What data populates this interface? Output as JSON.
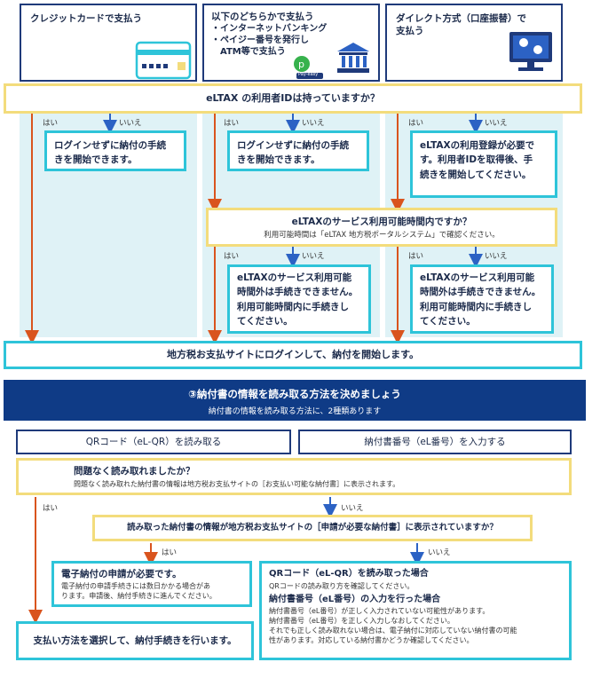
{
  "top": {
    "col1_title": "クレジットカードで支払う",
    "col2_title": "以下のどちらかで支払う",
    "col2_items": [
      "・インターネットバンキング",
      "・ペイジー番号を発行し",
      "　ATM等で支払う"
    ],
    "col2_logo": "Pay-easy",
    "col3_title_l1": "ダイレクト方式（口座振替）で",
    "col3_title_l2": "支払う"
  },
  "q1": "eLTAX の利用者IDは持っていますか？",
  "yes": "はい",
  "no": "いいえ",
  "box_login_free_l1": "ログインせずに納付の手続",
  "box_login_free_l2": "きを開始できます。",
  "box_register_l1": "eLTAXの利用登録が必要で",
  "box_register_l2": "す。利用者IDを取得後、手",
  "box_register_l3": "続きを開始してください。",
  "q2": "eLTAXのサービス利用可能時間内ですか？",
  "q2_sub": "利用可能時間は「eLTAX 地方税ポータルシステム」で確認ください。",
  "box_outside_l1": "eLTAXのサービス利用可能",
  "box_outside_l2": "時間外は手続きできません。",
  "box_outside_l3": "利用可能時間内に手続きし",
  "box_outside_l4": "てください。",
  "login_bar": "地方税お支払サイトにログインして、納付を開始します。",
  "section": {
    "title": "③納付書の情報を読み取る方法を決めましょう",
    "subtitle": "納付書の情報を読み取る方法に、2種類あります"
  },
  "method_qr": "QRコード（eL-QR）を読み取る",
  "method_num": "納付書番号（eL番号）を入力する",
  "q3": "問題なく読み取れましたか？",
  "q3_sub": "問題なく読み取れた納付書の情報は地方税お支払サイトの［お支払い可能な納付書］に表示されます。",
  "q4": "読み取った納付書の情報が地方税お支払サイトの［申請が必要な納付書］に表示されていますか？",
  "box_apply_title": "電子納付の申請が必要です。",
  "box_apply_l1": "電子納付の申請手続きには数日かかる場合があ",
  "box_apply_l2": "ります。申請後、納付手続きに進んでください。",
  "box_qr_title": "QRコード（eL-QR）を読み取った場合",
  "box_qr_l1": "QRコードの読み取り方を確認してください。",
  "box_num_title": "納付書番号（eL番号）の入力を行った場合",
  "box_num_l1": "納付書番号（eL番号）が正しく入力されていない可能性があります。",
  "box_num_l2": "納付書番号（eL番号）を正しく入力しなおしてください。",
  "box_num_l3": "それでも正しく読み取れない場合は、電子納付に対応していない納付書の可能",
  "box_num_l4": "性があります。対応している納付書かどうか確認してください。",
  "final": "支払い方法を選択して、納付手続きを行います。",
  "colors": {
    "navy": "#1f3a7a",
    "cyan": "#2ec4d9",
    "yellow": "#f3dc7c",
    "orange": "#d9541e",
    "blue_arrow": "#2c62c4",
    "header": "#0f3b86"
  }
}
